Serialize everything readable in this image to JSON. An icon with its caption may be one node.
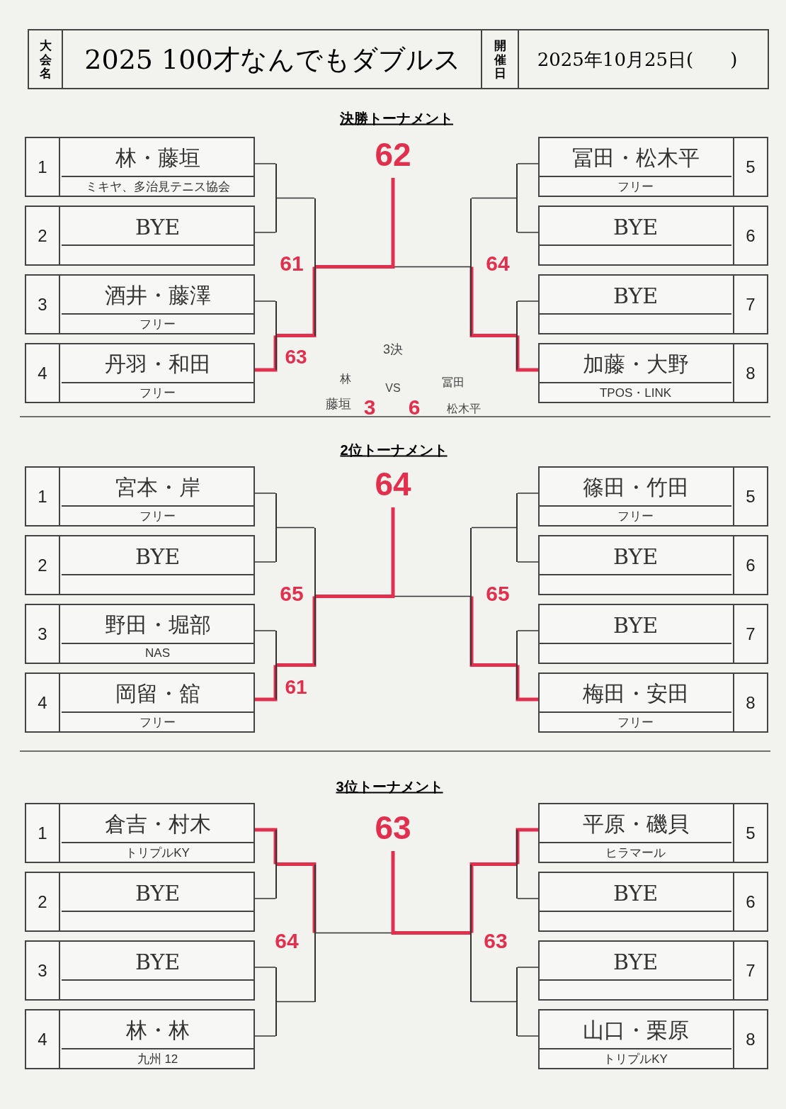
{
  "diagram": {
    "nodes": [
      {
        "text": [
          "1",
          "林・藤垣",
          "ミキヤ、多治見テニス協会"
        ]
      },
      {
        "text": [
          "2",
          "BYE"
        ]
      },
      {
        "text": [
          "3",
          "酒井・藤澤",
          "フリー"
        ]
      },
      {
        "text": [
          "4",
          "丹羽・和田",
          "フリー"
        ]
      },
      {
        "text": [
          "冨田・松木平",
          "フリー",
          "5"
        ]
      },
      {
        "text": [
          "BYE",
          "6"
        ]
      },
      {
        "text": [
          "BYE",
          "7"
        ]
      },
      {
        "text": [
          "加藤・大野",
          "TPOS・LINK",
          "8"
        ]
      },
      {
        "text": [],
        "shape": "bar"
      },
      {
        "text": [],
        "shape": "bar"
      },
      {
        "text": [],
        "shape": "bar"
      },
      {
        "text": [],
        "shape": "bar"
      },
      {
        "text": [],
        "shape": "bar"
      },
      {
        "text": [],
        "shape": "bar"
      },
      {
        "text": [
          "62"
        ]
      },
      {
        "text": [
          "1",
          "宮本・岸",
          "フリー"
        ]
      },
      {
        "text": [
          "2",
          "BYE"
        ]
      },
      {
        "text": [
          "3",
          "野田・堀部",
          "NAS"
        ]
      },
      {
        "text": [
          "4",
          "岡留・舘",
          "フリー"
        ]
      },
      {
        "text": [
          "篠田・竹田",
          "フリー",
          "5"
        ]
      },
      {
        "text": [
          "BYE",
          "6"
        ]
      },
      {
        "text": [
          "BYE",
          "7"
        ]
      },
      {
        "text": [
          "梅田・安田",
          "フリー",
          "8"
        ]
      },
      {
        "text": [],
        "shape": "bar"
      },
      {
        "text": [],
        "shape": "bar"
      },
      {
        "text": [],
        "shape": "bar"
      },
      {
        "text": [],
        "shape": "bar"
      },
      {
        "text": [],
        "shape": "bar"
      },
      {
        "text": [],
        "shape": "bar"
      },
      {
        "text": [
          "64"
        ]
      },
      {
        "text": [
          "1",
          "倉吉・村木",
          "トリプルKY"
        ]
      },
      {
        "text": [
          "2",
          "BYE"
        ]
      },
      {
        "text": [
          "3",
          "BYE"
        ]
      },
      {
        "text": [
          "4",
          "林・林",
          "九州 12"
        ]
      },
      {
        "text": [
          "平原・磯貝",
          "ヒラマール",
          "5"
        ]
      },
      {
        "text": [
          "BYE",
          "6"
        ]
      },
      {
        "text": [
          "BYE",
          "7"
        ]
      },
      {
        "text": [
          "山口・栗原",
          "トリプルKY",
          "8"
        ]
      },
      {
        "text": [],
        "shape": "bar"
      },
      {
        "text": [],
        "shape": "bar"
      },
      {
        "text": [],
        "shape": "bar"
      },
      {
        "text": [],
        "shape": "bar"
      },
      {
        "text": [],
        "shape": "bar"
      },
      {
        "text": [],
        "shape": "bar"
      },
      {
        "text": [
          "63"
        ]
      }
    ],
    "edges": [
      {
        "from": 0,
        "to": 8,
        "arrow": "none"
      },
      {
        "from": 1,
        "to": 8,
        "arrow": "none"
      },
      {
        "from": 2,
        "to": 9,
        "arrow": "none"
      },
      {
        "from": 3,
        "to": 9,
        "arrow": "none",
        "style": "thick",
        "color": "#e0304e"
      },
      {
        "from": 4,
        "to": 12,
        "arrow": "none"
      },
      {
        "from": 5,
        "to": 12,
        "arrow": "none"
      },
      {
        "from": 6,
        "to": 13,
        "arrow": "none"
      },
      {
        "from": 7,
        "to": 13,
        "arrow": "none",
        "style": "thick",
        "color": "#e0304e"
      },
      {
        "from": 8,
        "to": 10,
        "arrow": "none"
      },
      {
        "from": 9,
        "to": 10,
        "arrow": "none",
        "style": "thick",
        "color": "#e0304e"
      },
      {
        "from": 12,
        "to": 11,
        "arrow": "none"
      },
      {
        "from": 13,
        "to": 11,
        "arrow": "none",
        "style": "thick",
        "color": "#e0304e"
      },
      {
        "from": 10,
        "to": 11,
        "arrow": "none"
      },
      {
        "from": 10,
        "to": 14,
        "arrow": "none",
        "style": "thick",
        "color": "#e0304e"
      },
      {
        "from": 15,
        "to": 23,
        "arrow": "none"
      },
      {
        "from": 16,
        "to": 23,
        "arrow": "none"
      },
      {
        "from": 17,
        "to": 24,
        "arrow": "none"
      },
      {
        "from": 18,
        "to": 24,
        "arrow": "none",
        "style": "thick",
        "color": "#e0304e"
      },
      {
        "from": 19,
        "to": 27,
        "arrow": "none"
      },
      {
        "from": 20,
        "to": 27,
        "arrow": "none"
      },
      {
        "from": 21,
        "to": 28,
        "arrow": "none"
      },
      {
        "from": 22,
        "to": 28,
        "arrow": "none",
        "style": "thick",
        "color": "#e0304e"
      },
      {
        "from": 23,
        "to": 25,
        "arrow": "none"
      },
      {
        "from": 24,
        "to": 25,
        "arrow": "none",
        "style": "thick",
        "color": "#e0304e"
      },
      {
        "from": 27,
        "to": 26,
        "arrow": "none"
      },
      {
        "from": 28,
        "to": 26,
        "arrow": "none",
        "style": "thick",
        "color": "#e0304e"
      },
      {
        "from": 25,
        "to": 26,
        "arrow": "none"
      },
      {
        "from": 25,
        "to": 29,
        "arrow": "none",
        "style": "thick",
        "color": "#e0304e"
      },
      {
        "from": 30,
        "to": 38,
        "arrow": "none",
        "style": "thick",
        "color": "#e0304e"
      },
      {
        "from": 31,
        "to": 38,
        "arrow": "none"
      },
      {
        "from": 32,
        "to": 39,
        "arrow": "none"
      },
      {
        "from": 33,
        "to": 39,
        "arrow": "none"
      },
      {
        "from": 34,
        "to": 42,
        "arrow": "none",
        "style": "thick",
        "color": "#e0304e"
      },
      {
        "from": 35,
        "to": 42,
        "arrow": "none"
      },
      {
        "from": 36,
        "to": 43,
        "arrow": "none"
      },
      {
        "from": 37,
        "to": 43,
        "arrow": "none"
      },
      {
        "from": 38,
        "to": 40,
        "arrow": "none",
        "style": "thick",
        "color": "#e0304e"
      },
      {
        "from": 39,
        "to": 40,
        "arrow": "none"
      },
      {
        "from": 42,
        "to": 41,
        "arrow": "none",
        "style": "thick",
        "color": "#e0304e"
      },
      {
        "from": 43,
        "to": 41,
        "arrow": "none"
      },
      {
        "from": 40,
        "to": 41,
        "arrow": "none"
      },
      {
        "from": 41,
        "to": 44,
        "arrow": "none",
        "style": "thick",
        "color": "#e0304e"
      }
    ],
    "labels": [
      "大会名",
      "2025 100才なんでもダブルス",
      "開催日",
      "2025年10月25日(　　)",
      "決勝トーナメント",
      "61",
      "64",
      "63",
      "3決",
      "林",
      "冨田",
      "VS",
      "藤垣",
      "3",
      "6",
      "松木平",
      "2位トーナメント",
      "65",
      "65",
      "61",
      "3位トーナメント",
      "64",
      "63"
    ]
  }
}
